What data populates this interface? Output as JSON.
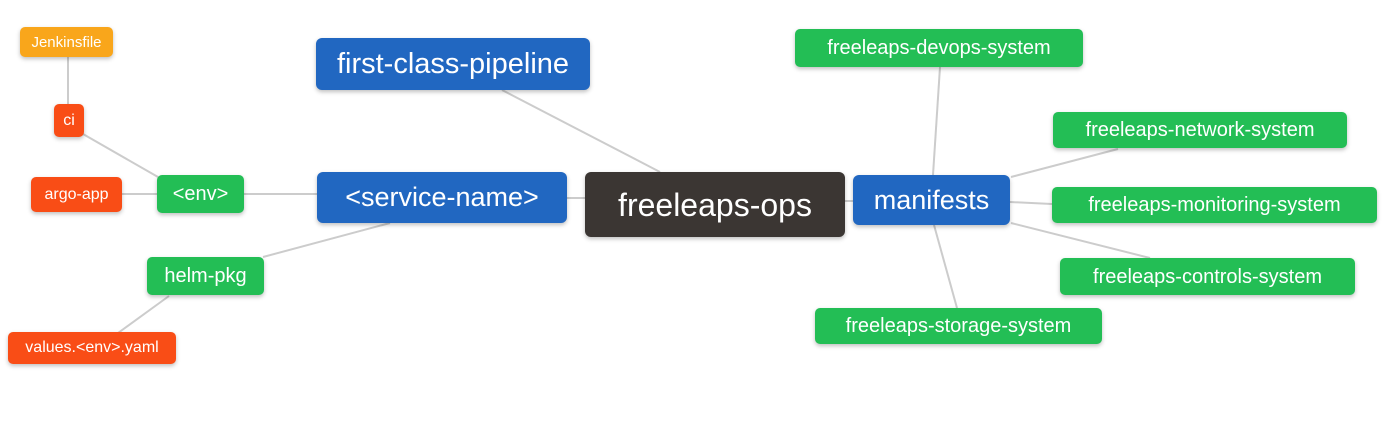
{
  "diagram": {
    "type": "mindmap",
    "root_id": "root",
    "description": "Mind map of the freeleaps-ops repository structure"
  },
  "palette": {
    "background": "#ffffff",
    "edge": "#cccccc",
    "blue": "#2167c1",
    "green": "#23be55",
    "orange": "#f9a61b",
    "red": "#f94d16",
    "dark": "#3b3633",
    "text": "#ffffff"
  },
  "nodes": {
    "root": {
      "label": "freeleaps-ops",
      "color": "#3b3633",
      "level": 0
    },
    "pipeline": {
      "label": "first-class-pipeline",
      "color": "#2167c1",
      "level": 1
    },
    "service": {
      "label": "<service-name>",
      "color": "#2167c1",
      "level": 1
    },
    "manifests": {
      "label": "manifests",
      "color": "#2167c1",
      "level": 1
    },
    "env": {
      "label": "<env>",
      "color": "#23be55",
      "level": 2
    },
    "helm": {
      "label": "helm-pkg",
      "color": "#23be55",
      "level": 2
    },
    "ci": {
      "label": "ci",
      "color": "#f94d16",
      "level": 3
    },
    "argo": {
      "label": "argo-app",
      "color": "#f94d16",
      "level": 3
    },
    "values": {
      "label": "values.<env>.yaml",
      "color": "#f94d16",
      "level": 3
    },
    "jenkinsfile": {
      "label": "Jenkinsfile",
      "color": "#f9a61b",
      "level": 4
    },
    "devops": {
      "label": "freeleaps-devops-system",
      "color": "#23be55",
      "level": 2
    },
    "network": {
      "label": "freeleaps-network-system",
      "color": "#23be55",
      "level": 2
    },
    "monitoring": {
      "label": "freeleaps-monitoring-system",
      "color": "#23be55",
      "level": 2
    },
    "controls": {
      "label": "freeleaps-controls-system",
      "color": "#23be55",
      "level": 2
    },
    "storage": {
      "label": "freeleaps-storage-system",
      "color": "#23be55",
      "level": 2
    }
  },
  "edges": [
    {
      "from": "jenkinsfile",
      "to": "ci"
    },
    {
      "from": "ci",
      "to": "env"
    },
    {
      "from": "argo",
      "to": "env"
    },
    {
      "from": "env",
      "to": "service"
    },
    {
      "from": "helm",
      "to": "service"
    },
    {
      "from": "values",
      "to": "helm"
    },
    {
      "from": "pipeline",
      "to": "root"
    },
    {
      "from": "service",
      "to": "root"
    },
    {
      "from": "root",
      "to": "manifests"
    },
    {
      "from": "manifests",
      "to": "devops"
    },
    {
      "from": "manifests",
      "to": "network"
    },
    {
      "from": "manifests",
      "to": "monitoring"
    },
    {
      "from": "manifests",
      "to": "controls"
    },
    {
      "from": "manifests",
      "to": "storage"
    }
  ]
}
